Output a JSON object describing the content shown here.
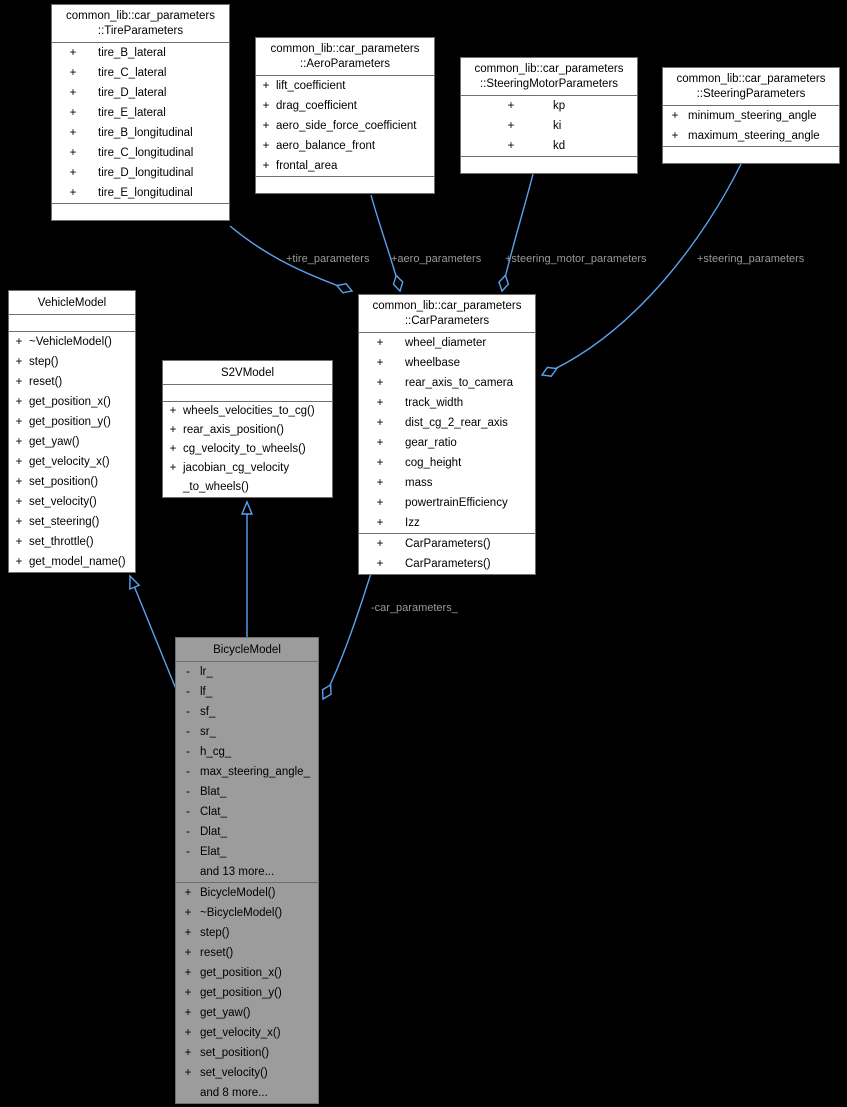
{
  "colors": {
    "background": "#000000",
    "edge": "#5aa3f0",
    "edge_label": "#9a9a9a",
    "node_bg": "#ffffff",
    "node_border": "#6e6e6e",
    "highlight_bg": "#9c9c9c"
  },
  "classes": {
    "tire": {
      "title": "common_lib::car_parameters\n::TireParameters",
      "attributes": [
        {
          "vis": "+",
          "text": "tire_B_lateral"
        },
        {
          "vis": "+",
          "text": "tire_C_lateral"
        },
        {
          "vis": "+",
          "text": "tire_D_lateral"
        },
        {
          "vis": "+",
          "text": "tire_E_lateral"
        },
        {
          "vis": "+",
          "text": "tire_B_longitudinal"
        },
        {
          "vis": "+",
          "text": "tire_C_longitudinal"
        },
        {
          "vis": "+",
          "text": "tire_D_longitudinal"
        },
        {
          "vis": "+",
          "text": "tire_E_longitudinal"
        }
      ],
      "methods": []
    },
    "aero": {
      "title": "common_lib::car_parameters\n::AeroParameters",
      "attributes": [
        {
          "vis": "+",
          "text": "lift_coefficient"
        },
        {
          "vis": "+",
          "text": "drag_coefficient"
        },
        {
          "vis": "+",
          "text": "aero_side_force_coefficient"
        },
        {
          "vis": "+",
          "text": "aero_balance_front"
        },
        {
          "vis": "+",
          "text": "frontal_area"
        }
      ],
      "methods": []
    },
    "steering_motor": {
      "title": "common_lib::car_parameters\n::SteeringMotorParameters",
      "attributes": [
        {
          "vis": "+",
          "text": "kp"
        },
        {
          "vis": "+",
          "text": "ki"
        },
        {
          "vis": "+",
          "text": "kd"
        }
      ],
      "methods": []
    },
    "steering": {
      "title": "common_lib::car_parameters\n::SteeringParameters",
      "attributes": [
        {
          "vis": "+",
          "text": "minimum_steering_angle"
        },
        {
          "vis": "+",
          "text": "maximum_steering_angle"
        }
      ],
      "methods": []
    },
    "vehicle": {
      "title": "VehicleModel",
      "attributes": [],
      "methods": [
        {
          "vis": "+",
          "text": "~VehicleModel()"
        },
        {
          "vis": "+",
          "text": "step()"
        },
        {
          "vis": "+",
          "text": "reset()"
        },
        {
          "vis": "+",
          "text": "get_position_x()"
        },
        {
          "vis": "+",
          "text": "get_position_y()"
        },
        {
          "vis": "+",
          "text": "get_yaw()"
        },
        {
          "vis": "+",
          "text": "get_velocity_x()"
        },
        {
          "vis": "+",
          "text": "set_position()"
        },
        {
          "vis": "+",
          "text": "set_velocity()"
        },
        {
          "vis": "+",
          "text": "set_steering()"
        },
        {
          "vis": "+",
          "text": "set_throttle()"
        },
        {
          "vis": "+",
          "text": "get_model_name()"
        }
      ]
    },
    "s2v": {
      "title": "S2VModel",
      "attributes": [],
      "methods": [
        {
          "vis": "+",
          "text": "wheels_velocities_to_cg()"
        },
        {
          "vis": "+",
          "text": "rear_axis_position()"
        },
        {
          "vis": "+",
          "text": "cg_velocity_to_wheels()"
        },
        {
          "vis": "+",
          "text": "jacobian_cg_velocity\n_to_wheels()"
        }
      ]
    },
    "car": {
      "title": "common_lib::car_parameters\n::CarParameters",
      "attributes": [
        {
          "vis": "+",
          "text": "wheel_diameter"
        },
        {
          "vis": "+",
          "text": "wheelbase"
        },
        {
          "vis": "+",
          "text": "rear_axis_to_camera"
        },
        {
          "vis": "+",
          "text": "track_width"
        },
        {
          "vis": "+",
          "text": "dist_cg_2_rear_axis"
        },
        {
          "vis": "+",
          "text": "gear_ratio"
        },
        {
          "vis": "+",
          "text": "cog_height"
        },
        {
          "vis": "+",
          "text": "mass"
        },
        {
          "vis": "+",
          "text": "powertrainEfficiency"
        },
        {
          "vis": "+",
          "text": "Izz"
        }
      ],
      "methods": [
        {
          "vis": "+",
          "text": "CarParameters()"
        },
        {
          "vis": "+",
          "text": "CarParameters()"
        }
      ]
    },
    "bicycle": {
      "title": "BicycleModel",
      "attributes": [
        {
          "vis": "-",
          "text": "lr_"
        },
        {
          "vis": "-",
          "text": "lf_"
        },
        {
          "vis": "-",
          "text": "sf_"
        },
        {
          "vis": "-",
          "text": "sr_"
        },
        {
          "vis": "-",
          "text": "h_cg_"
        },
        {
          "vis": "-",
          "text": "max_steering_angle_"
        },
        {
          "vis": "-",
          "text": "Blat_"
        },
        {
          "vis": "-",
          "text": "Clat_"
        },
        {
          "vis": "-",
          "text": "Dlat_"
        },
        {
          "vis": "-",
          "text": "Elat_"
        },
        {
          "vis": "",
          "text": "and 13 more..."
        }
      ],
      "methods": [
        {
          "vis": "+",
          "text": "BicycleModel()"
        },
        {
          "vis": "+",
          "text": "~BicycleModel()"
        },
        {
          "vis": "+",
          "text": "step()"
        },
        {
          "vis": "+",
          "text": "reset()"
        },
        {
          "vis": "+",
          "text": "get_position_x()"
        },
        {
          "vis": "+",
          "text": "get_position_y()"
        },
        {
          "vis": "+",
          "text": "get_yaw()"
        },
        {
          "vis": "+",
          "text": "get_velocity_x()"
        },
        {
          "vis": "+",
          "text": "set_position()"
        },
        {
          "vis": "+",
          "text": "set_velocity()"
        },
        {
          "vis": "",
          "text": "and 8 more..."
        }
      ]
    }
  },
  "edges": {
    "tire": {
      "label": "+tire_parameters",
      "kind": "aggregation"
    },
    "aero": {
      "label": "+aero_parameters",
      "kind": "aggregation"
    },
    "steering_motor": {
      "label": "+steering_motor_parameters",
      "kind": "aggregation"
    },
    "steering": {
      "label": "+steering_parameters",
      "kind": "aggregation"
    },
    "car": {
      "label": "-car_parameters_",
      "kind": "aggregation"
    },
    "vehicle_inheritance": {
      "kind": "generalization"
    },
    "s2v_inheritance": {
      "kind": "generalization"
    }
  }
}
